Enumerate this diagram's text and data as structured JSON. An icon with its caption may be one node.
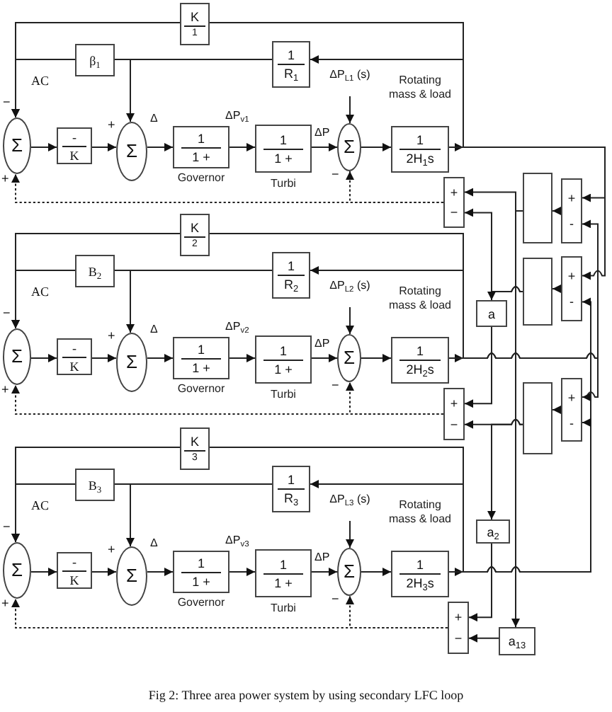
{
  "diagram": {
    "caption": "Fig 2: Three area power system by using secondary LFC loop",
    "nodes": [
      {
        "text": [
          "K",
          "1"
        ]
      },
      {
        "text": [
          "β$_{1}$"
        ]
      },
      {
        "text": [
          "1",
          "R$_{1}$"
        ]
      },
      {
        "text": [
          "Σ"
        ]
      },
      {
        "text": [
          "-",
          "K"
        ]
      },
      {
        "text": [
          "Σ"
        ]
      },
      {
        "text": [
          "1",
          "1 +"
        ],
        "beside": [
          "Governor"
        ]
      },
      {
        "text": [
          "1",
          "1 +"
        ],
        "beside": [
          "Turbi"
        ]
      },
      {
        "text": [
          "ΔP$_{L1}$ (s)"
        ]
      },
      {
        "text": [
          "Σ"
        ]
      },
      {
        "text": [
          "1",
          "2H$_{1}$s"
        ],
        "beside": [
          "Rotating mass & load"
        ]
      },
      {
        "text": [
          "+",
          "−"
        ]
      },
      {
        "text": [],
        "shape": "box"
      },
      {
        "text": [
          "+",
          "-"
        ]
      },
      {
        "text": [
          "K",
          "2"
        ]
      },
      {
        "text": [
          "B$_{2}$"
        ]
      },
      {
        "text": [
          "1",
          "R$_{2}$"
        ]
      },
      {
        "text": [
          "Σ"
        ]
      },
      {
        "text": [
          "-",
          "K"
        ]
      },
      {
        "text": [
          "Σ"
        ]
      },
      {
        "text": [
          "1",
          "1 +"
        ],
        "beside": [
          "Governor"
        ]
      },
      {
        "text": [
          "1",
          "1 +"
        ],
        "beside": [
          "Turbi"
        ]
      },
      {
        "text": [
          "ΔP$_{L2}$ (s)"
        ]
      },
      {
        "text": [
          "Σ"
        ]
      },
      {
        "text": [
          "1",
          "2H$_{2}$s"
        ],
        "beside": [
          "Rotating mass & load"
        ]
      },
      {
        "text": [],
        "shape": "box"
      },
      {
        "text": [
          "+",
          "-"
        ]
      },
      {
        "text": [
          "a"
        ]
      },
      {
        "text": [
          "+",
          "−"
        ]
      },
      {
        "text": [],
        "shape": "box"
      },
      {
        "text": [
          "+",
          "-"
        ]
      },
      {
        "text": [
          "K",
          "3"
        ]
      },
      {
        "text": [
          "B$_{3}$"
        ]
      },
      {
        "text": [
          "1",
          "R$_{3}$"
        ]
      },
      {
        "text": [
          "Σ"
        ]
      },
      {
        "text": [
          "-",
          "K"
        ]
      },
      {
        "text": [
          "Σ"
        ]
      },
      {
        "text": [
          "1",
          "1 +"
        ],
        "beside": [
          "Governor"
        ]
      },
      {
        "text": [
          "1",
          "1 +"
        ],
        "beside": [
          "Turbi"
        ]
      },
      {
        "text": [
          "ΔP$_{L3}$ (s)"
        ]
      },
      {
        "text": [
          "Σ"
        ]
      },
      {
        "text": [
          "1",
          "2H$_{3}$s"
        ],
        "beside": [
          "Rotating mass & load"
        ]
      },
      {
        "text": [
          "a$_{2}$"
        ]
      },
      {
        "text": [
          "+",
          "−"
        ]
      },
      {
        "text": [
          "a$_{13}$"
        ]
      }
    ],
    "edges": [
      {
        "from": 10,
        "to": 2,
        "arrow": "to"
      },
      {
        "from": 10,
        "to": 0,
        "arrow": "none"
      },
      {
        "from": 0,
        "to": 3,
        "arrow": "to"
      },
      {
        "from": 2,
        "to": 1,
        "arrow": "none"
      },
      {
        "from": 2,
        "to": 5,
        "arrow": "to"
      },
      {
        "from": 1,
        "to": 3,
        "arrow": "to"
      },
      {
        "from": 3,
        "to": 4,
        "arrow": "to"
      },
      {
        "from": 4,
        "to": 5,
        "arrow": "to"
      },
      {
        "from": 5,
        "to": 6,
        "arrow": "to",
        "label": "Δ"
      },
      {
        "from": 6,
        "to": 7,
        "arrow": "to",
        "label": "ΔP$_{v1}$"
      },
      {
        "from": 7,
        "to": 9,
        "arrow": "to",
        "label": "ΔP"
      },
      {
        "from": 8,
        "to": 9,
        "arrow": "to"
      },
      {
        "from": 9,
        "to": 10,
        "arrow": "to"
      },
      {
        "from": 11,
        "to": 9,
        "arrow": "to",
        "style": "dashed"
      },
      {
        "from": 11,
        "to": 3,
        "arrow": "to",
        "style": "dashed"
      },
      {
        "from": 24,
        "to": 16,
        "arrow": "to"
      },
      {
        "from": 24,
        "to": 14,
        "arrow": "none"
      },
      {
        "from": 14,
        "to": 17,
        "arrow": "to"
      },
      {
        "from": 16,
        "to": 15,
        "arrow": "none"
      },
      {
        "from": 16,
        "to": 19,
        "arrow": "to"
      },
      {
        "from": 15,
        "to": 17,
        "arrow": "to"
      },
      {
        "from": 17,
        "to": 18,
        "arrow": "to"
      },
      {
        "from": 18,
        "to": 19,
        "arrow": "to"
      },
      {
        "from": 19,
        "to": 20,
        "arrow": "to",
        "label": "Δ"
      },
      {
        "from": 20,
        "to": 21,
        "arrow": "to",
        "label": "ΔP$_{v2}$"
      },
      {
        "from": 21,
        "to": 23,
        "arrow": "to",
        "label": "ΔP"
      },
      {
        "from": 22,
        "to": 23,
        "arrow": "to"
      },
      {
        "from": 23,
        "to": 24,
        "arrow": "to"
      },
      {
        "from": 28,
        "to": 23,
        "arrow": "to",
        "style": "dashed"
      },
      {
        "from": 28,
        "to": 17,
        "arrow": "to",
        "style": "dashed"
      },
      {
        "from": 41,
        "to": 33,
        "arrow": "to"
      },
      {
        "from": 41,
        "to": 31,
        "arrow": "none"
      },
      {
        "from": 31,
        "to": 34,
        "arrow": "to"
      },
      {
        "from": 33,
        "to": 32,
        "arrow": "none"
      },
      {
        "from": 33,
        "to": 36,
        "arrow": "to"
      },
      {
        "from": 32,
        "to": 34,
        "arrow": "to"
      },
      {
        "from": 34,
        "to": 35,
        "arrow": "to"
      },
      {
        "from": 35,
        "to": 36,
        "arrow": "to"
      },
      {
        "from": 36,
        "to": 37,
        "arrow": "to",
        "label": "Δ"
      },
      {
        "from": 37,
        "to": 38,
        "arrow": "to",
        "label": "ΔP$_{v3}$"
      },
      {
        "from": 38,
        "to": 40,
        "arrow": "to",
        "label": "ΔP"
      },
      {
        "from": 39,
        "to": 40,
        "arrow": "to"
      },
      {
        "from": 40,
        "to": 41,
        "arrow": "to"
      },
      {
        "from": 43,
        "to": 40,
        "arrow": "to",
        "style": "dashed"
      },
      {
        "from": 43,
        "to": 34,
        "arrow": "to",
        "style": "dashed"
      },
      {
        "from": 10,
        "to": 13,
        "arrow": "to"
      },
      {
        "from": 10,
        "to": 26,
        "arrow": "to"
      },
      {
        "from": 24,
        "to": 13,
        "arrow": "to"
      },
      {
        "from": 24,
        "to": 30,
        "arrow": "to"
      },
      {
        "from": 41,
        "to": 26,
        "arrow": "to"
      },
      {
        "from": 41,
        "to": 30,
        "arrow": "to"
      },
      {
        "from": 13,
        "to": 12,
        "arrow": "to"
      },
      {
        "from": 26,
        "to": 25,
        "arrow": "to"
      },
      {
        "from": 30,
        "to": 29,
        "arrow": "to"
      },
      {
        "from": 12,
        "to": 11,
        "arrow": "to"
      },
      {
        "from": 12,
        "to": 44,
        "arrow": "to"
      },
      {
        "from": 25,
        "to": 11,
        "arrow": "to"
      },
      {
        "from": 25,
        "to": 27,
        "arrow": "to"
      },
      {
        "from": 27,
        "to": 28,
        "arrow": "to"
      },
      {
        "from": 29,
        "to": 28,
        "arrow": "to"
      },
      {
        "from": 29,
        "to": 42,
        "arrow": "to"
      },
      {
        "from": 42,
        "to": 43,
        "arrow": "to"
      },
      {
        "from": 44,
        "to": 43,
        "arrow": "to"
      }
    ],
    "labels": [
      "AC",
      "−",
      "+",
      "−",
      "+",
      "AC",
      "−",
      "+",
      "−",
      "+",
      "AC",
      "−",
      "+",
      "−",
      "+"
    ]
  }
}
